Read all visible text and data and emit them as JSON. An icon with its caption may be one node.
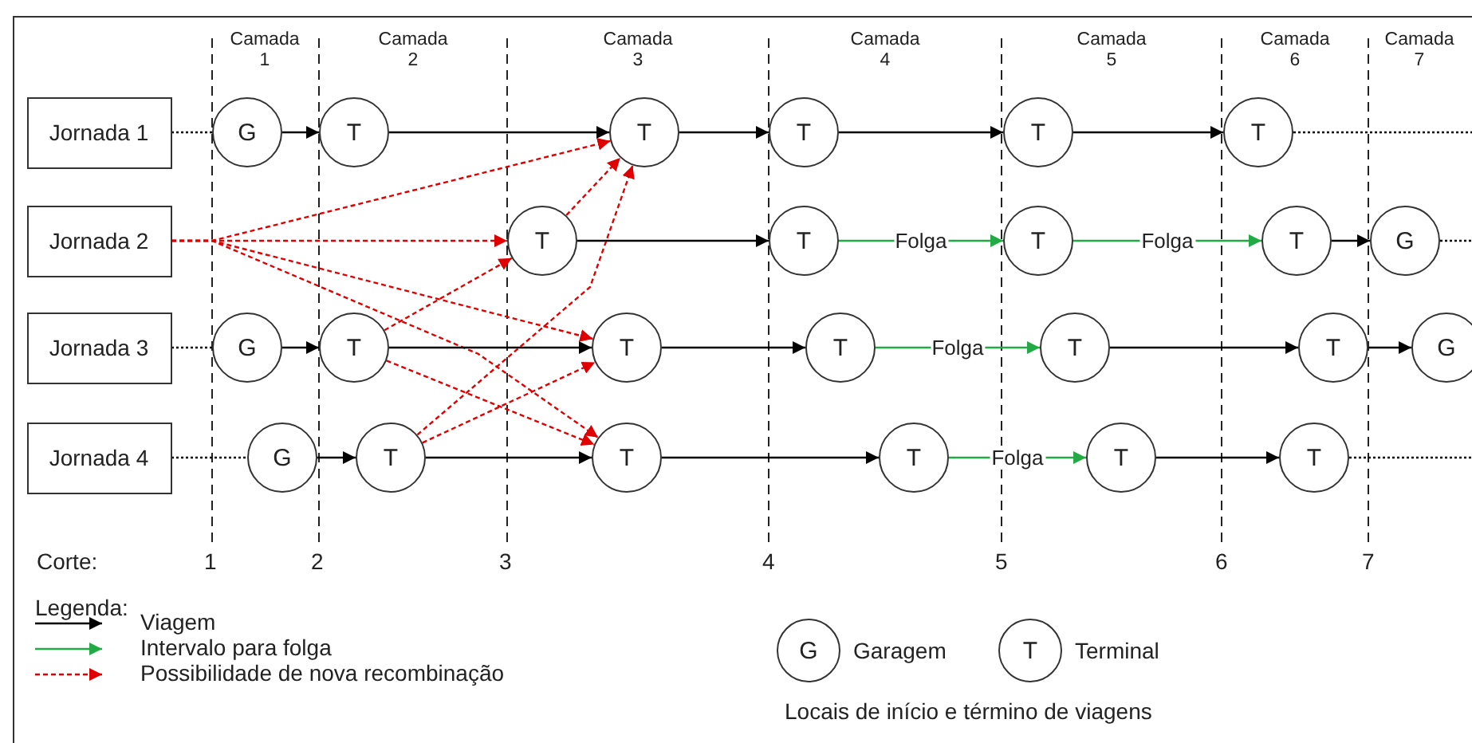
{
  "diagram": {
    "nodes": [
      {
        "text": [
          "Jornada 1"
        ]
      },
      {
        "text": [
          "G"
        ]
      },
      {
        "text": [
          "T"
        ]
      },
      {
        "text": [
          "T"
        ]
      },
      {
        "text": [
          "T"
        ]
      },
      {
        "text": [
          "T"
        ]
      },
      {
        "text": [
          "T"
        ]
      },
      {
        "text": [
          "Jornada 2"
        ]
      },
      {
        "text": [
          "T"
        ]
      },
      {
        "text": [
          "T"
        ]
      },
      {
        "text": [
          "T"
        ]
      },
      {
        "text": [
          "T"
        ]
      },
      {
        "text": [
          "G"
        ]
      },
      {
        "text": [
          "Jornada 3"
        ]
      },
      {
        "text": [
          "G"
        ]
      },
      {
        "text": [
          "T"
        ]
      },
      {
        "text": [
          "T"
        ]
      },
      {
        "text": [
          "T"
        ]
      },
      {
        "text": [
          "T"
        ]
      },
      {
        "text": [
          "T"
        ]
      },
      {
        "text": [
          "G"
        ]
      },
      {
        "text": [
          "Jornada 4"
        ]
      },
      {
        "text": [
          "G"
        ]
      },
      {
        "text": [
          "T"
        ]
      },
      {
        "text": [
          "T"
        ]
      },
      {
        "text": [
          "T"
        ]
      },
      {
        "text": [
          "T"
        ]
      },
      {
        "text": [
          "T"
        ]
      },
      {
        "text": [
          "G"
        ],
        "beside": [
          "Garagem"
        ]
      },
      {
        "text": [
          "T"
        ],
        "beside": [
          "Terminal"
        ]
      }
    ],
    "edges": [
      {
        "from": 0,
        "to": 1,
        "arrow": "none",
        "style": "dashed"
      },
      {
        "from": 1,
        "to": 2,
        "arrow": "to"
      },
      {
        "from": 2,
        "to": 3,
        "arrow": "to"
      },
      {
        "from": 3,
        "to": 4,
        "arrow": "to"
      },
      {
        "from": 4,
        "to": 5,
        "arrow": "to"
      },
      {
        "from": 5,
        "to": 6,
        "arrow": "to"
      },
      {
        "from": 6,
        "to": null,
        "arrow": "none",
        "style": "dashed"
      },
      {
        "from": 7,
        "to": 3,
        "arrow": "to",
        "style": "dashed",
        "color": "#e00000"
      },
      {
        "from": 7,
        "to": 8,
        "arrow": "to",
        "style": "dashed",
        "color": "#e00000"
      },
      {
        "from": 7,
        "to": 16,
        "arrow": "to",
        "style": "dashed",
        "color": "#e00000"
      },
      {
        "from": 7,
        "to": 24,
        "arrow": "to",
        "style": "dashed",
        "color": "#e00000"
      },
      {
        "from": 8,
        "to": 9,
        "arrow": "to"
      },
      {
        "from": 9,
        "to": 10,
        "arrow": "to",
        "label": "Folga",
        "color": "#22aa44"
      },
      {
        "from": 10,
        "to": 11,
        "arrow": "to",
        "label": "Folga",
        "color": "#22aa44"
      },
      {
        "from": 11,
        "to": 12,
        "arrow": "to"
      },
      {
        "from": 12,
        "to": null,
        "arrow": "none",
        "style": "dashed"
      },
      {
        "from": 13,
        "to": 14,
        "arrow": "none",
        "style": "dashed"
      },
      {
        "from": 14,
        "to": 15,
        "arrow": "to"
      },
      {
        "from": 15,
        "to": 16,
        "arrow": "to"
      },
      {
        "from": 16,
        "to": 17,
        "arrow": "to"
      },
      {
        "from": 17,
        "to": 18,
        "arrow": "to",
        "label": "Folga",
        "color": "#22aa44"
      },
      {
        "from": 18,
        "to": 19,
        "arrow": "to"
      },
      {
        "from": 19,
        "to": 20,
        "arrow": "to"
      },
      {
        "from": 21,
        "to": 22,
        "arrow": "none",
        "style": "dashed"
      },
      {
        "from": 22,
        "to": 23,
        "arrow": "to"
      },
      {
        "from": 23,
        "to": 24,
        "arrow": "to"
      },
      {
        "from": 24,
        "to": 25,
        "arrow": "to"
      },
      {
        "from": 25,
        "to": 26,
        "arrow": "to",
        "label": "Folga",
        "color": "#22aa44"
      },
      {
        "from": 26,
        "to": 27,
        "arrow": "to"
      },
      {
        "from": 27,
        "to": null,
        "arrow": "none",
        "style": "dashed"
      },
      {
        "from": 8,
        "to": 3,
        "arrow": "to",
        "style": "dashed",
        "color": "#e00000"
      },
      {
        "from": 15,
        "to": 8,
        "arrow": "to",
        "style": "dashed",
        "color": "#e00000"
      },
      {
        "from": 15,
        "to": 24,
        "arrow": "to",
        "style": "dashed",
        "color": "#e00000"
      },
      {
        "from": 23,
        "to": 3,
        "arrow": "to",
        "style": "dashed",
        "color": "#e00000"
      },
      {
        "from": 23,
        "to": 16,
        "arrow": "to",
        "style": "dashed",
        "color": "#e00000"
      }
    ],
    "labels": [
      "Camada 1",
      "Camada 2",
      "Camada 3",
      "Camada 4",
      "Camada 5",
      "Camada 6",
      "Camada 7",
      "Corte:",
      "1",
      "2",
      "3",
      "4",
      "5",
      "6",
      "7",
      "Legenda:",
      "Locais de início e término de viagens"
    ],
    "legend": [
      {
        "text": "Viagem"
      },
      {
        "text": "Intervalo para folga"
      },
      {
        "text": "Possibilidade de nova recombinação"
      }
    ]
  }
}
